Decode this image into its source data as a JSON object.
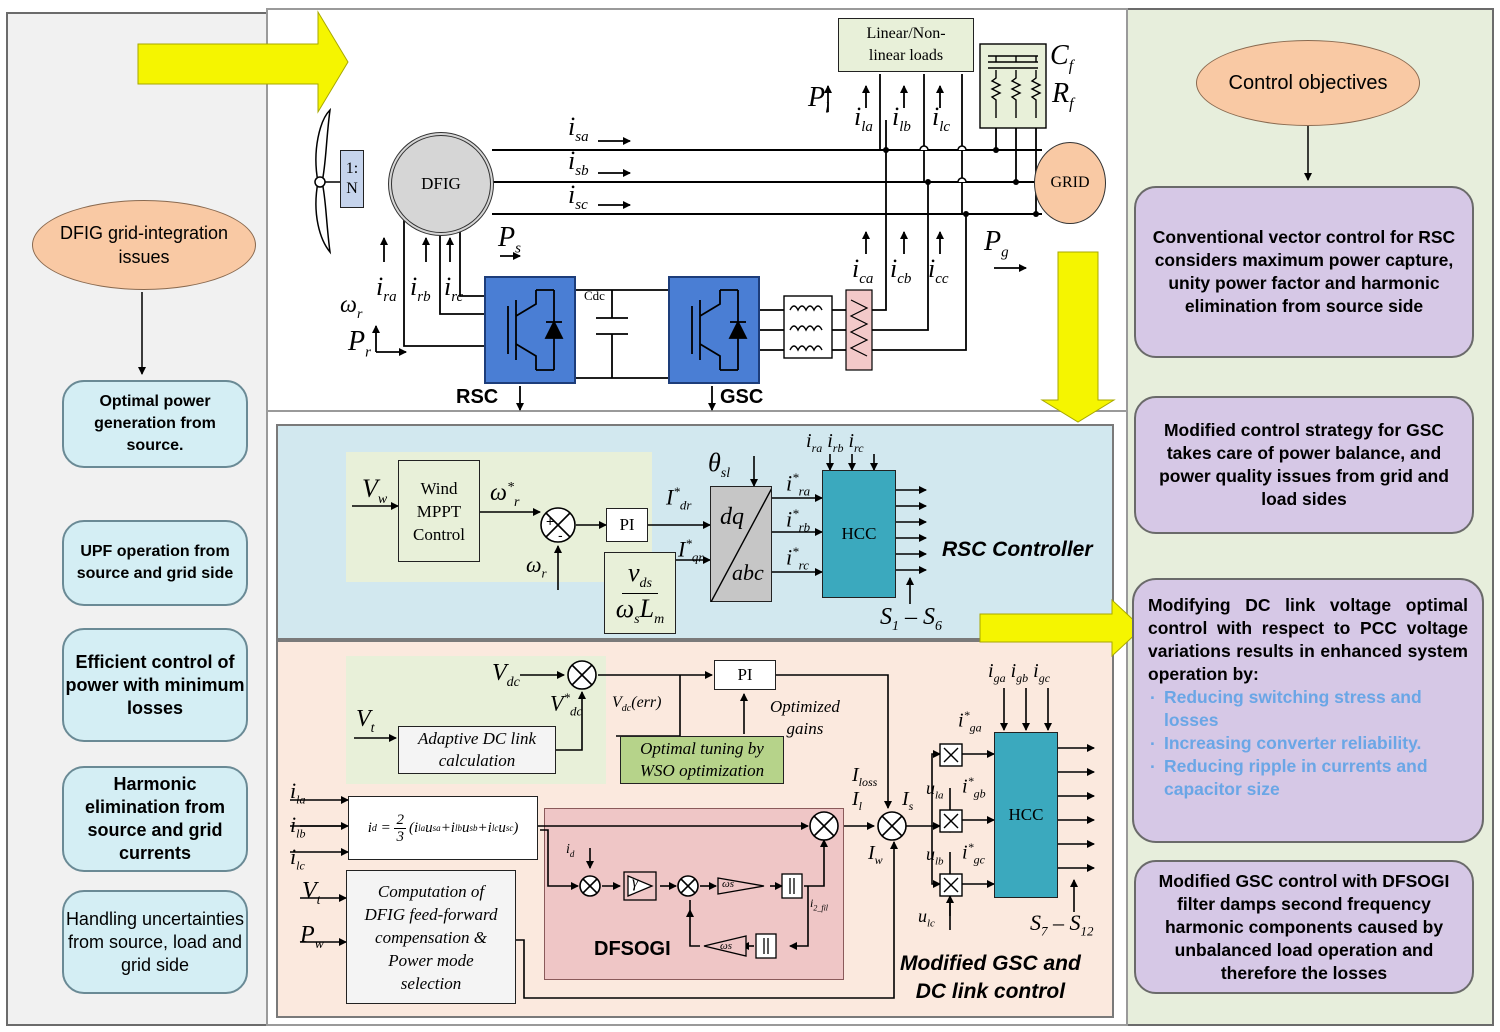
{
  "left_panel": {
    "title": "DFIG grid-integration issues",
    "issues": [
      "Optimal power generation from source.",
      "UPF operation from source and grid side",
      "Efficient control of power with minimum losses",
      "Harmonic elimination from source and grid currents",
      "Handling uncertainties from source, load and grid side"
    ]
  },
  "right_panel": {
    "title": "Control objectives",
    "objectives": [
      "Conventional vector control for RSC considers maximum power capture, unity power factor and harmonic elimination from source side",
      "Modified control strategy  for GSC takes care of power balance, and power quality issues from grid and load sides",
      "Modified GSC control with DFSOGI filter damps second frequency harmonic components caused by unbalanced load operation and therefore the losses"
    ],
    "dc_link_objective": {
      "intro": "Modifying DC link voltage optimal control with respect to PCC voltage variations results in enhanced system operation by:",
      "bullets": [
        "Reducing switching stress and losses",
        "Increasing converter reliability.",
        "Reducing ripple in currents and capacitor size"
      ]
    }
  },
  "power_circuit": {
    "transformer": "1:\nN",
    "dfig": "DFIG",
    "grid": "GRID",
    "loads": "Linear/Non-\nlinear loads",
    "filter_c": "C",
    "filter_c_sub": "f",
    "filter_r": "R",
    "filter_r_sub": "f",
    "rsc": "RSC",
    "gsc": "GSC",
    "cdc": "Cdc",
    "stator_currents": [
      "sa",
      "sb",
      "sc"
    ],
    "rotor_currents": [
      "ra",
      "rb",
      "rc"
    ],
    "load_currents": [
      "la",
      "lb",
      "lc"
    ],
    "converter_currents": [
      "ca",
      "cb",
      "cc"
    ],
    "pl": "l",
    "ps": "s",
    "pg": "g",
    "pr": "r",
    "wr": "r"
  },
  "rsc_controller": {
    "title": "RSC Controller",
    "mppt": "Wind\nMPPT\nControl",
    "vw": "w",
    "pi": "PI",
    "dq": "dq",
    "abc": "abc",
    "hcc": "HCC",
    "theta": "θ",
    "theta_sub": "sl",
    "switches": "S",
    "switches_range": "1 – S",
    "switches_end": "6",
    "vds": "v",
    "vds_sub": "ds",
    "den": "ω",
    "den_sub": "s",
    "den_l": "L",
    "den_l_sub": "m"
  },
  "gsc_controller": {
    "title": "Modified GSC and\nDC link control",
    "pi": "PI",
    "adaptive": "Adaptive DC link\ncalculation",
    "wso": "Optimal tuning by\nWSO optimization",
    "optimized_gains": "Optimized\ngains",
    "id_eq_lhs": "i",
    "id_eq_frac_num": "2",
    "id_eq_frac_den": "3",
    "id_eq_rhs": "(i",
    "computation": "Computation of\nDFIG feed-forward\ncompensation &\nPower mode\nselection",
    "dfsogi": "DFSOGI",
    "hcc": "HCC",
    "switches": "S",
    "switches_range": "7 – S",
    "switches_end": "12",
    "vdc": "dc",
    "vdc_err": "dc",
    "err": "(err)",
    "vt": "t",
    "pw": "w",
    "iloss": "loss",
    "il": "l",
    "iw": "w",
    "is": "s",
    "grid_currents": [
      "ga",
      "gb",
      "gc"
    ],
    "unit_vectors": [
      "la",
      "lb",
      "lc"
    ],
    "load_currents": [
      "la",
      "lb",
      "lc"
    ],
    "i2": "2_fil",
    "gamma": "γ",
    "omega_s": "ωs",
    "i_d": "d"
  },
  "colors": {
    "left_bg": "#f1f1f1",
    "right_bg": "#e7eedc",
    "rsc_bg": "#d2e8ef",
    "gsc_bg": "#fbe9de",
    "green_block": "#e8f0d9",
    "bubble_blue": "#d4eef4",
    "bubble_purple": "#d6c8e6",
    "ellipse_orange": "#f9c9a4",
    "converter_blue": "#4a7ed4",
    "hcc_teal": "#3ba9be",
    "dfsogi_pink": "#efc6c6",
    "wso_green": "#b6d38a",
    "arrow_yellow": "#f5f500"
  }
}
